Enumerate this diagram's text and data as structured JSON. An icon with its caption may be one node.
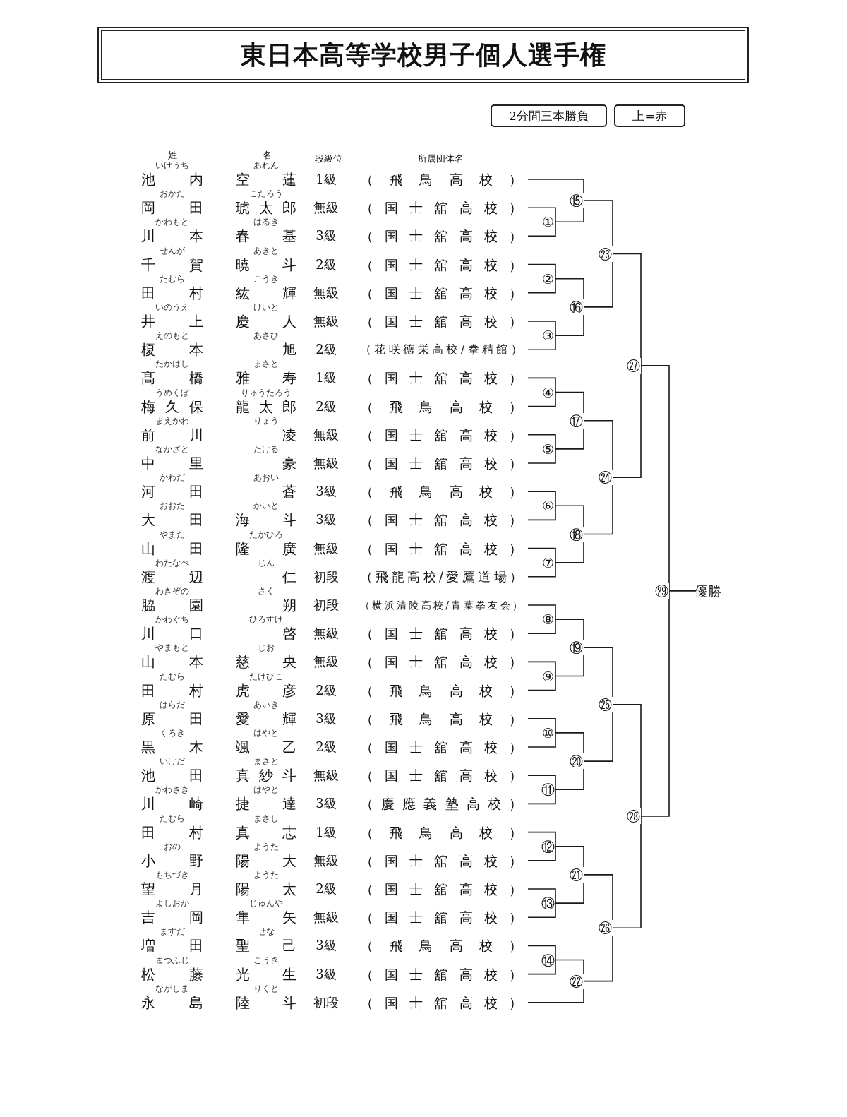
{
  "diagram": {
    "title": "東日本高等学校男子個人選手権",
    "nodes": [
      {
        "text": [
          "2分間三本勝負"
        ]
      },
      {
        "text": [
          "上=赤"
        ]
      },
      {
        "text": [
          "池内",
          "いけうち",
          "空蓮",
          "あれん",
          "1級",
          "（飛鳥高校）"
        ]
      },
      {
        "text": [
          "岡田",
          "おかだ",
          "琥太郎",
          "こたろう",
          "無級",
          "（国士舘高校）"
        ]
      },
      {
        "text": [
          "川本",
          "かわもと",
          "春基",
          "はるき",
          "3級",
          "（国士舘高校）"
        ]
      },
      {
        "text": [
          "千賀",
          "せんが",
          "暁斗",
          "あきと",
          "2級",
          "（国士舘高校）"
        ]
      },
      {
        "text": [
          "田村",
          "たむら",
          "紘輝",
          "こうき",
          "無級",
          "（国士舘高校）"
        ]
      },
      {
        "text": [
          "井上",
          "いのうえ",
          "慶人",
          "けいと",
          "無級",
          "（国士舘高校）"
        ]
      },
      {
        "text": [
          "榎本",
          "えのもと",
          "旭",
          "あさひ",
          "2級",
          "（花咲徳栄高校/拳精館）"
        ]
      },
      {
        "text": [
          "髙橋",
          "たかはし",
          "雅寿",
          "まさと",
          "1級",
          "（国士舘高校）"
        ]
      },
      {
        "text": [
          "梅久保",
          "うめくぼ",
          "龍太郎",
          "りゅうたろう",
          "2級",
          "（飛鳥高校）"
        ]
      },
      {
        "text": [
          "前川",
          "まえかわ",
          "凌",
          "りょう",
          "無級",
          "（国士舘高校）"
        ]
      },
      {
        "text": [
          "中里",
          "なかざと",
          "豪",
          "たける",
          "無級",
          "（国士舘高校）"
        ]
      },
      {
        "text": [
          "河田",
          "かわだ",
          "蒼",
          "あおい",
          "3級",
          "（飛鳥高校）"
        ]
      },
      {
        "text": [
          "大田",
          "おおた",
          "海斗",
          "かいと",
          "3級",
          "（国士舘高校）"
        ]
      },
      {
        "text": [
          "山田",
          "やまだ",
          "隆廣",
          "たかひろ",
          "無級",
          "（国士舘高校）"
        ]
      },
      {
        "text": [
          "渡辺",
          "わたなべ",
          "仁",
          "じん",
          "初段",
          "（飛龍高校/愛鷹道場）"
        ]
      },
      {
        "text": [
          "脇園",
          "わきぞの",
          "朔",
          "さく",
          "初段",
          "（横浜清陵高校/青葉拳友会）"
        ]
      },
      {
        "text": [
          "川口",
          "かわぐち",
          "啓",
          "ひろすけ",
          "無級",
          "（国士舘高校）"
        ]
      },
      {
        "text": [
          "山本",
          "やまもと",
          "慈央",
          "じお",
          "無級",
          "（国士舘高校）"
        ]
      },
      {
        "text": [
          "田村",
          "たむら",
          "虎彦",
          "たけひこ",
          "2級",
          "（飛鳥高校）"
        ]
      },
      {
        "text": [
          "原田",
          "はらだ",
          "愛輝",
          "あいき",
          "3級",
          "（飛鳥高校）"
        ]
      },
      {
        "text": [
          "黒木",
          "くろき",
          "颯乙",
          "はやと",
          "2級",
          "（国士舘高校）"
        ]
      },
      {
        "text": [
          "池田",
          "いけだ",
          "真紗斗",
          "まさと",
          "無級",
          "（国士舘高校）"
        ]
      },
      {
        "text": [
          "川崎",
          "かわさき",
          "捷達",
          "はやと",
          "3級",
          "（慶應義塾高校）"
        ]
      },
      {
        "text": [
          "田村",
          "たむら",
          "真志",
          "まさし",
          "1級",
          "（飛鳥高校）"
        ]
      },
      {
        "text": [
          "小野",
          "おの",
          "陽大",
          "ようた",
          "無級",
          "（国士舘高校）"
        ]
      },
      {
        "text": [
          "望月",
          "もちづき",
          "陽太",
          "ようた",
          "2級",
          "（国士舘高校）"
        ]
      },
      {
        "text": [
          "吉岡",
          "よしおか",
          "隼矢",
          "じゅんや",
          "無級",
          "（国士舘高校）"
        ]
      },
      {
        "text": [
          "増田",
          "ますだ",
          "聖己",
          "せな",
          "3級",
          "（飛鳥高校）"
        ]
      },
      {
        "text": [
          "松藤",
          "まつふじ",
          "光生",
          "こうき",
          "3級",
          "（国士舘高校）"
        ]
      },
      {
        "text": [
          "永島",
          "ながしま",
          "陸斗",
          "りくと",
          "初段",
          "（国士舘高校）"
        ]
      },
      {
        "text": [
          "①"
        ]
      },
      {
        "text": [
          "②"
        ]
      },
      {
        "text": [
          "③"
        ]
      },
      {
        "text": [
          "④"
        ]
      },
      {
        "text": [
          "⑤"
        ]
      },
      {
        "text": [
          "⑥"
        ]
      },
      {
        "text": [
          "⑦"
        ]
      },
      {
        "text": [
          "⑧"
        ]
      },
      {
        "text": [
          "⑨"
        ]
      },
      {
        "text": [
          "⑩"
        ]
      },
      {
        "text": [
          "⑪"
        ]
      },
      {
        "text": [
          "⑫"
        ]
      },
      {
        "text": [
          "⑬"
        ]
      },
      {
        "text": [
          "⑭"
        ]
      },
      {
        "text": [
          "⑮"
        ]
      },
      {
        "text": [
          "⑯"
        ]
      },
      {
        "text": [
          "⑰"
        ]
      },
      {
        "text": [
          "⑱"
        ]
      },
      {
        "text": [
          "⑲"
        ]
      },
      {
        "text": [
          "⑳"
        ]
      },
      {
        "text": [
          "㉑"
        ]
      },
      {
        "text": [
          "㉒"
        ]
      },
      {
        "text": [
          "㉓"
        ]
      },
      {
        "text": [
          "㉔"
        ]
      },
      {
        "text": [
          "㉕"
        ]
      },
      {
        "text": [
          "㉖"
        ]
      },
      {
        "text": [
          "㉗"
        ]
      },
      {
        "text": [
          "㉘"
        ]
      },
      {
        "text": [
          "㉙"
        ]
      },
      {
        "text": [
          "優勝"
        ]
      }
    ],
    "edges": [
      {
        "from": 3,
        "to": 32,
        "arrow": "none"
      },
      {
        "from": 4,
        "to": 32,
        "arrow": "none"
      },
      {
        "from": 5,
        "to": 33,
        "arrow": "none"
      },
      {
        "from": 6,
        "to": 33,
        "arrow": "none"
      },
      {
        "from": 7,
        "to": 34,
        "arrow": "none"
      },
      {
        "from": 8,
        "to": 34,
        "arrow": "none"
      },
      {
        "from": 9,
        "to": 35,
        "arrow": "none"
      },
      {
        "from": 10,
        "to": 35,
        "arrow": "none"
      },
      {
        "from": 11,
        "to": 36,
        "arrow": "none"
      },
      {
        "from": 12,
        "to": 36,
        "arrow": "none"
      },
      {
        "from": 13,
        "to": 37,
        "arrow": "none"
      },
      {
        "from": 14,
        "to": 37,
        "arrow": "none"
      },
      {
        "from": 15,
        "to": 38,
        "arrow": "none"
      },
      {
        "from": 16,
        "to": 38,
        "arrow": "none"
      },
      {
        "from": 17,
        "to": 39,
        "arrow": "none"
      },
      {
        "from": 18,
        "to": 39,
        "arrow": "none"
      },
      {
        "from": 19,
        "to": 40,
        "arrow": "none"
      },
      {
        "from": 20,
        "to": 40,
        "arrow": "none"
      },
      {
        "from": 21,
        "to": 41,
        "arrow": "none"
      },
      {
        "from": 22,
        "to": 41,
        "arrow": "none"
      },
      {
        "from": 23,
        "to": 42,
        "arrow": "none"
      },
      {
        "from": 24,
        "to": 42,
        "arrow": "none"
      },
      {
        "from": 25,
        "to": 43,
        "arrow": "none"
      },
      {
        "from": 26,
        "to": 43,
        "arrow": "none"
      },
      {
        "from": 27,
        "to": 44,
        "arrow": "none"
      },
      {
        "from": 28,
        "to": 44,
        "arrow": "none"
      },
      {
        "from": 29,
        "to": 45,
        "arrow": "none"
      },
      {
        "from": 30,
        "to": 45,
        "arrow": "none"
      },
      {
        "from": 2,
        "to": 46,
        "arrow": "none"
      },
      {
        "from": 32,
        "to": 46,
        "arrow": "none"
      },
      {
        "from": 33,
        "to": 47,
        "arrow": "none"
      },
      {
        "from": 34,
        "to": 47,
        "arrow": "none"
      },
      {
        "from": 35,
        "to": 48,
        "arrow": "none"
      },
      {
        "from": 36,
        "to": 48,
        "arrow": "none"
      },
      {
        "from": 37,
        "to": 49,
        "arrow": "none"
      },
      {
        "from": 38,
        "to": 49,
        "arrow": "none"
      },
      {
        "from": 39,
        "to": 50,
        "arrow": "none"
      },
      {
        "from": 40,
        "to": 50,
        "arrow": "none"
      },
      {
        "from": 41,
        "to": 51,
        "arrow": "none"
      },
      {
        "from": 42,
        "to": 51,
        "arrow": "none"
      },
      {
        "from": 43,
        "to": 52,
        "arrow": "none"
      },
      {
        "from": 44,
        "to": 52,
        "arrow": "none"
      },
      {
        "from": 45,
        "to": 53,
        "arrow": "none"
      },
      {
        "from": 31,
        "to": 53,
        "arrow": "none"
      },
      {
        "from": 46,
        "to": 54,
        "arrow": "none"
      },
      {
        "from": 47,
        "to": 54,
        "arrow": "none"
      },
      {
        "from": 48,
        "to": 55,
        "arrow": "none"
      },
      {
        "from": 49,
        "to": 55,
        "arrow": "none"
      },
      {
        "from": 50,
        "to": 56,
        "arrow": "none"
      },
      {
        "from": 51,
        "to": 56,
        "arrow": "none"
      },
      {
        "from": 52,
        "to": 57,
        "arrow": "none"
      },
      {
        "from": 53,
        "to": 57,
        "arrow": "none"
      },
      {
        "from": 54,
        "to": 58,
        "arrow": "none"
      },
      {
        "from": 55,
        "to": 58,
        "arrow": "none"
      },
      {
        "from": 56,
        "to": 59,
        "arrow": "none"
      },
      {
        "from": 57,
        "to": 59,
        "arrow": "none"
      },
      {
        "from": 58,
        "to": 60,
        "arrow": "none"
      },
      {
        "from": 59,
        "to": 60,
        "arrow": "none"
      },
      {
        "from": 60,
        "to": 61,
        "arrow": "none"
      }
    ],
    "labels": [
      "姓",
      "名",
      "段級位",
      "所属団体名"
    ]
  }
}
